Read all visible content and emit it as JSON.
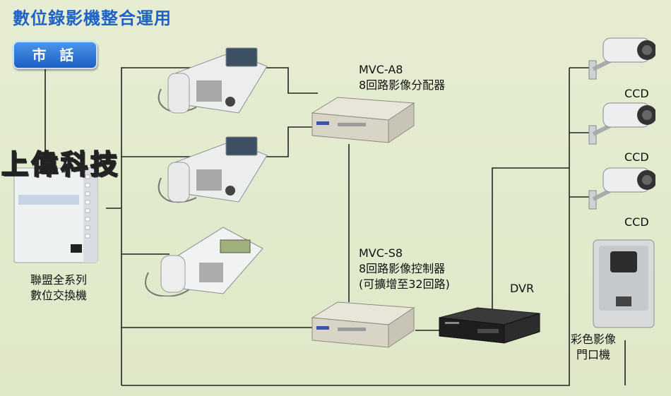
{
  "header": {
    "title": "數位錄影機整合運用",
    "button_label": "市 話"
  },
  "watermark": "上偉科技",
  "devices": {
    "pbx": {
      "line1": "聯盟全系列",
      "line2": "數位交換機"
    },
    "mvc_a8": {
      "model": "MVC-A8",
      "desc": "8回路影像分配器"
    },
    "mvc_s8": {
      "model": "MVC-S8",
      "desc": "8回路影像控制器",
      "note": "(可擴增至32回路)"
    },
    "dvr": {
      "label": "DVR"
    },
    "ccd": [
      "CCD",
      "CCD",
      "CCD"
    ],
    "door": {
      "line1": "彩色影像",
      "line2": "門口機"
    }
  },
  "colors": {
    "title": "#1f63c6",
    "button": "#2b72d6",
    "wire": "#222222",
    "background": "#e3ebcf"
  }
}
